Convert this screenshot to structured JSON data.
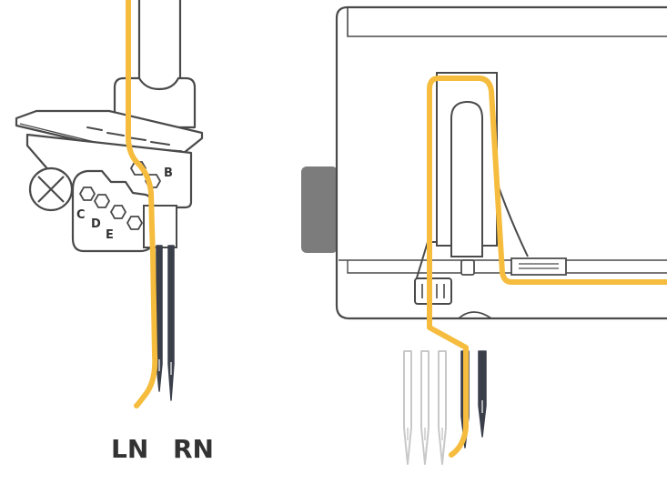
{
  "left_figure": {
    "needle_labels": {
      "left": "LN",
      "right": "RN"
    },
    "hole_labels": {
      "b": "B",
      "c": "C",
      "d": "D",
      "e": "E"
    }
  },
  "colors": {
    "thread": "#F5BC3E",
    "outline": "#4A4A4A",
    "needle_dark": "#3A3F4A",
    "needle_light": "#C8C8C8",
    "knob": "#7C7C7C"
  }
}
